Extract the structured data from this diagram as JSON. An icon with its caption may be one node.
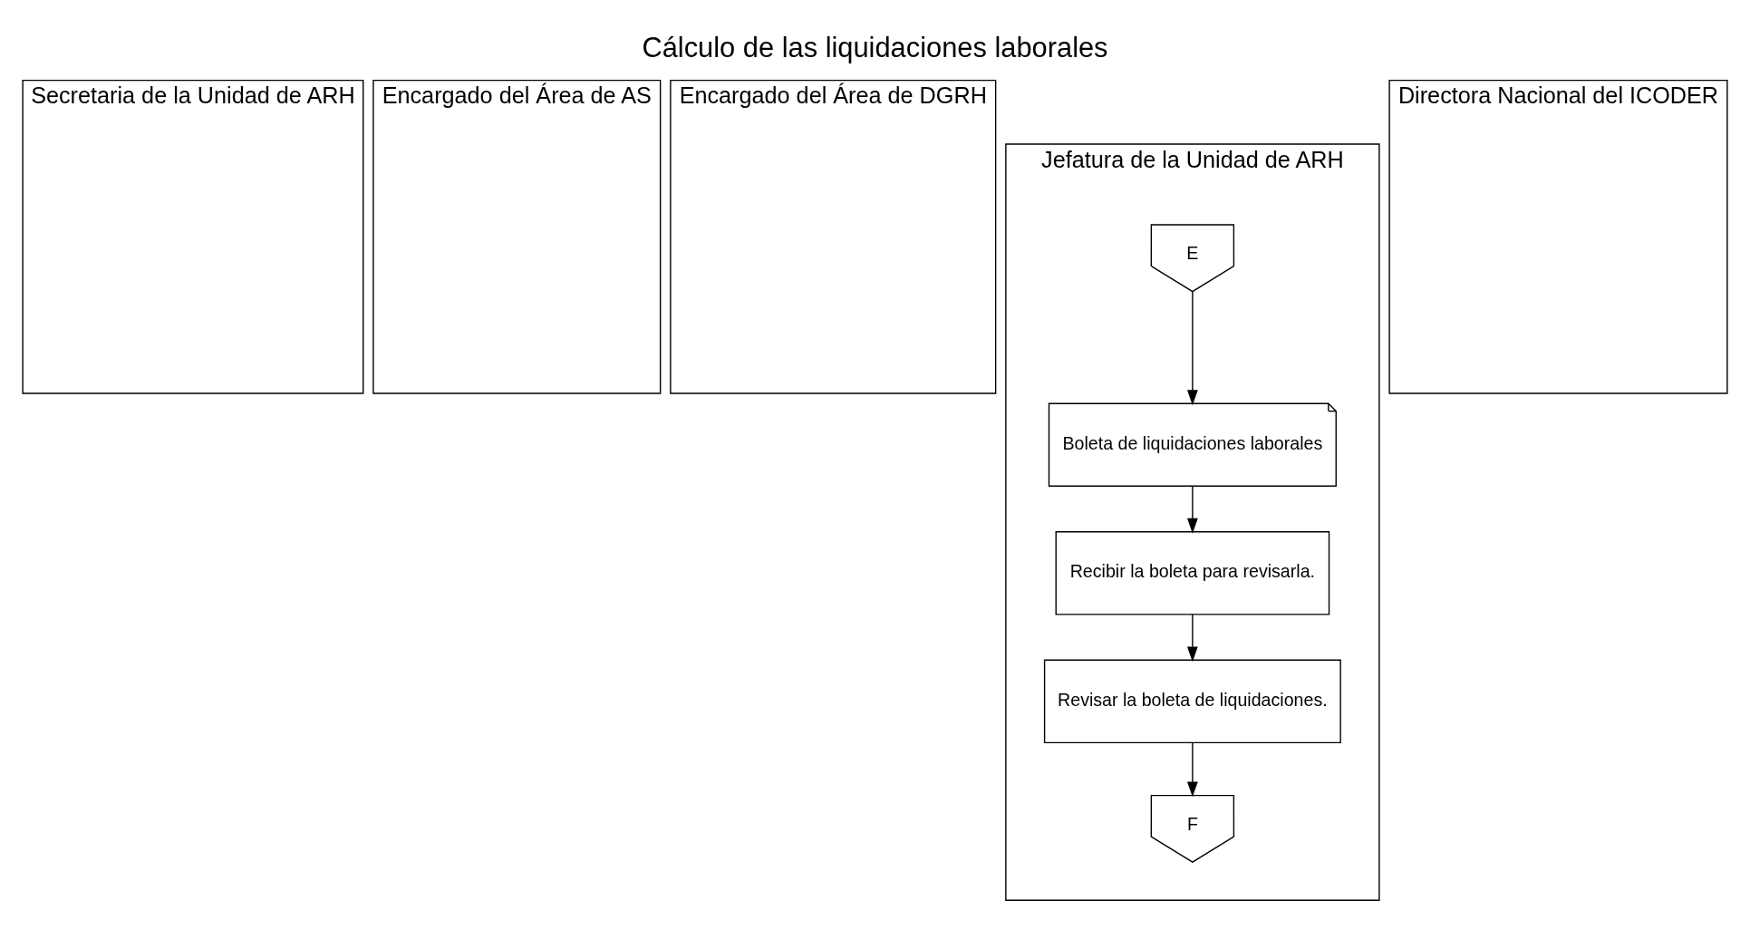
{
  "diagram": {
    "title": "Cálculo de las liquidaciones laborales",
    "nodes": [
      {
        "text": [
          "Secretaria de la Unidad de ARH"
        ]
      },
      {
        "text": [
          "Encargado del Área de AS"
        ]
      },
      {
        "text": [
          "Encargado del Área de DGRH"
        ]
      },
      {
        "text": [
          "Jefatura de la Unidad de ARH"
        ]
      },
      {
        "text": [
          "Directora Nacional del ICODER"
        ]
      },
      {
        "text": [
          "E"
        ],
        "in": 3
      },
      {
        "text": [
          "Boleta de liquidaciones laborales"
        ],
        "in": 3
      },
      {
        "text": [
          "Recibir la boleta para revisarla."
        ],
        "in": 3
      },
      {
        "text": [
          "Revisar la boleta de liquidaciones."
        ],
        "in": 3
      },
      {
        "text": [
          "F"
        ],
        "in": 3
      }
    ],
    "edges": [
      {
        "from": 5,
        "to": 6,
        "arrow": "to"
      },
      {
        "from": 6,
        "to": 7,
        "arrow": "to"
      },
      {
        "from": 7,
        "to": 8,
        "arrow": "to"
      },
      {
        "from": 8,
        "to": 9,
        "arrow": "to"
      }
    ]
  }
}
